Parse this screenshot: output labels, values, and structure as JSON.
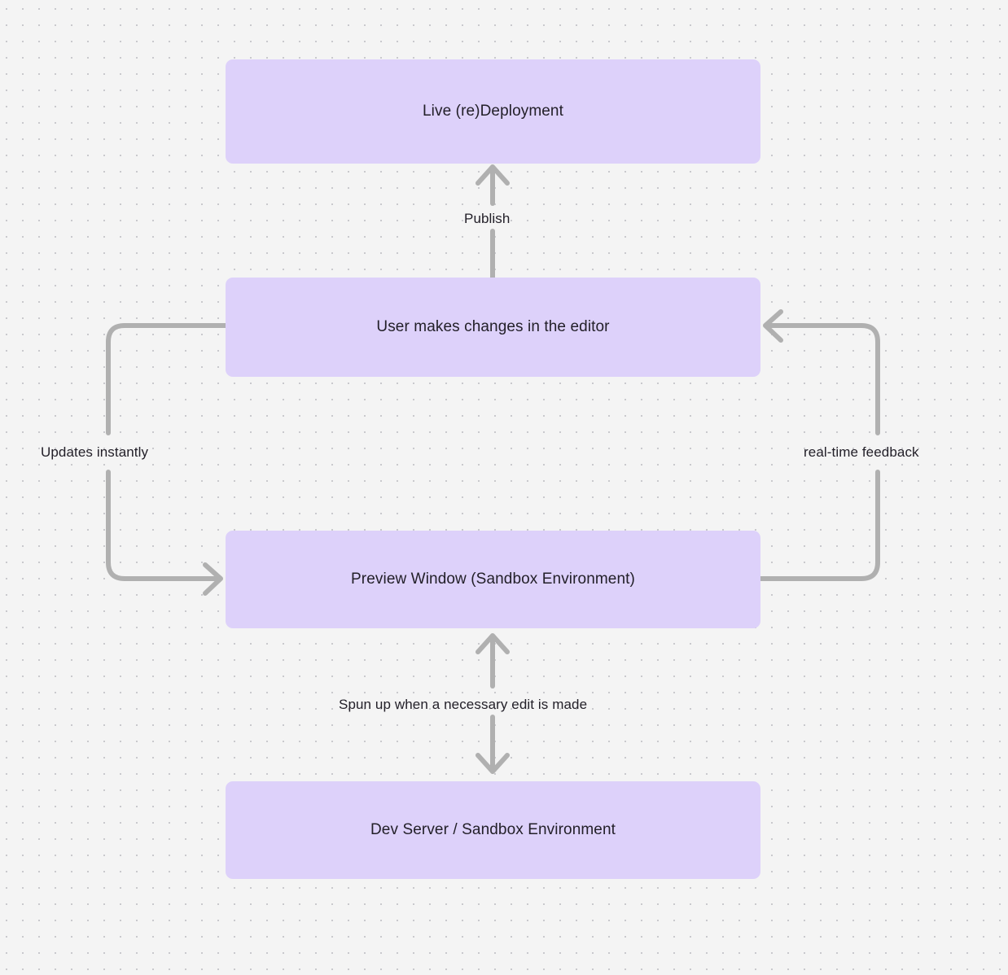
{
  "diagram": {
    "title": "Live deployment / preview feedback loop",
    "canvas": {
      "background_color": "#f4f4f4",
      "dot_color": "#c9c9cd",
      "dot_spacing": 20
    },
    "node_style": {
      "fill": "#ddd1fa",
      "text_color": "#232029",
      "corner_radius": 9
    },
    "edge_style": {
      "stroke": "#b0b0b0",
      "stroke_width": 6,
      "label_color": "#232029"
    },
    "nodes": [
      {
        "id": "live",
        "label": "Live (re)Deployment"
      },
      {
        "id": "editor",
        "label": "User makes changes in the editor"
      },
      {
        "id": "preview",
        "label": "Preview Window (Sandbox Environment)"
      },
      {
        "id": "devserver",
        "label": "Dev Server / Sandbox Environment"
      }
    ],
    "edges": [
      {
        "id": "publish",
        "label": "Publish",
        "from": "editor",
        "to": "live",
        "direction": "up",
        "arrowheads": "end"
      },
      {
        "id": "updates-instantly",
        "label": "Updates instantly",
        "from": "editor",
        "to": "preview",
        "direction": "left-loop-down",
        "arrowheads": "end"
      },
      {
        "id": "real-time-feedback",
        "label": "real-time feedback",
        "from": "preview",
        "to": "editor",
        "direction": "right-loop-up",
        "arrowheads": "end"
      },
      {
        "id": "spun-up",
        "label": "Spun up when a necessary edit is made",
        "from": "preview",
        "to": "devserver",
        "direction": "vertical-bidirectional",
        "arrowheads": "both"
      }
    ]
  }
}
